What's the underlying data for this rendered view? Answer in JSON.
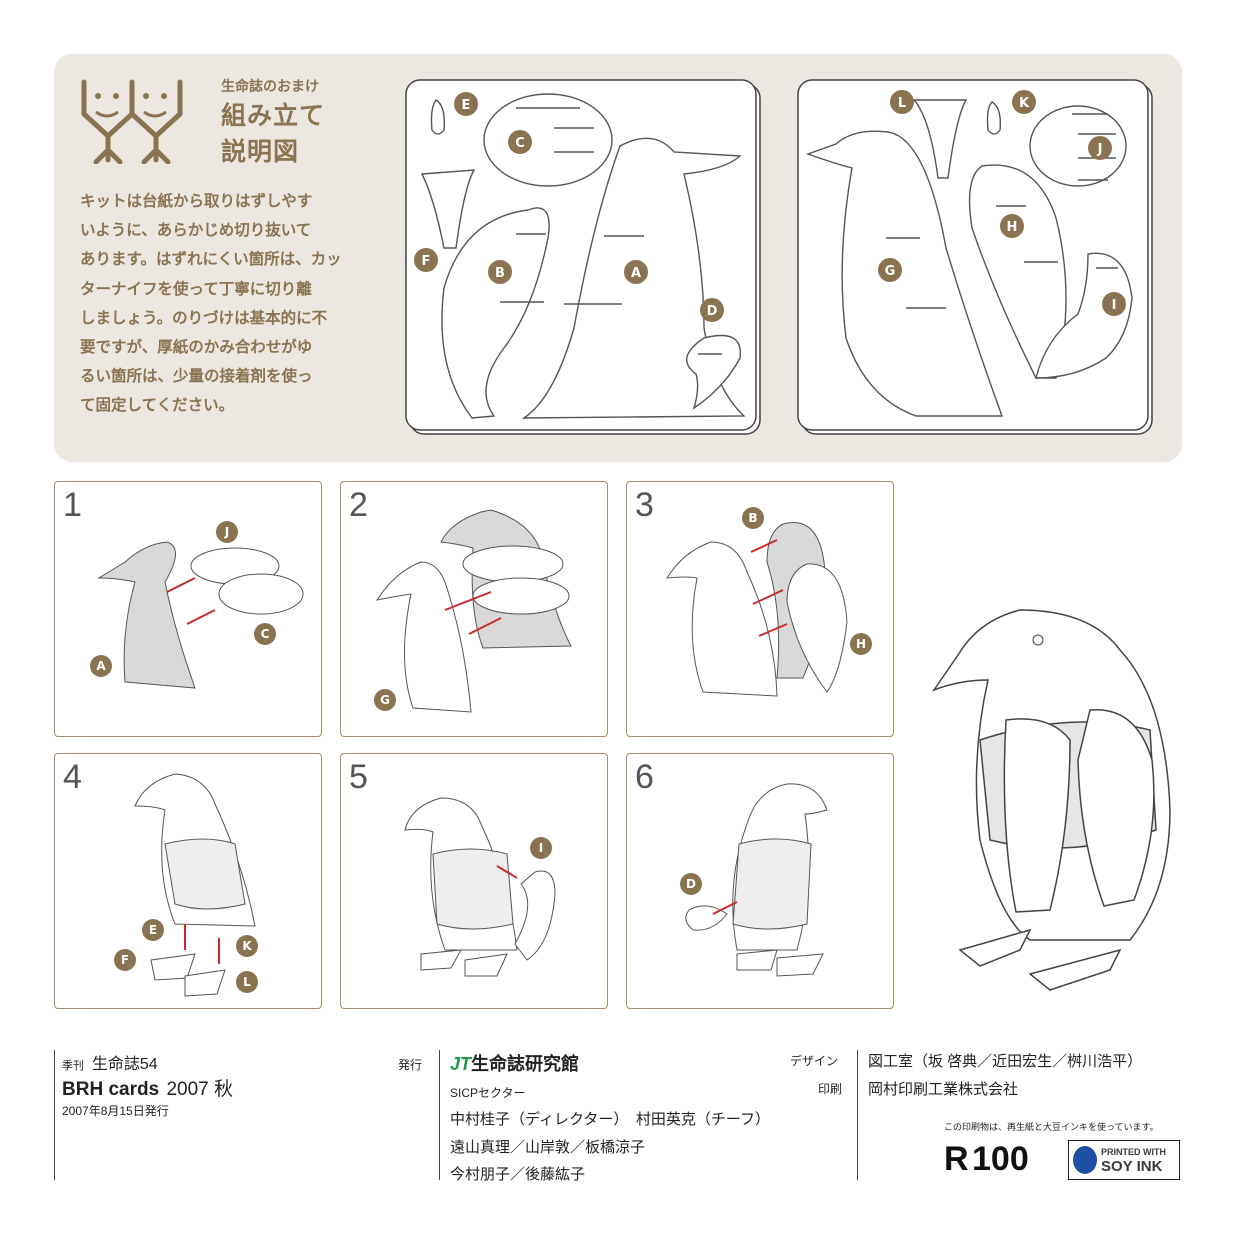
{
  "header": {
    "tagline": "生命誌のおまけ",
    "title_line1": "組み立て",
    "title_line2": "説明図"
  },
  "intro_lines": [
    "キットは台紙から取りはずしやす",
    "いように、あらかじめ切り抜いて",
    "あります。はずれにくい箇所は、カッ",
    "ターナイフを使って丁寧に切り離",
    "しましょう。のりづけは基本的に不",
    "要ですが、厚紙のかみ合わせがゆ",
    "るい箇所は、少量の接着剤を使っ",
    "て固定してください。"
  ],
  "sheet1_parts": [
    "A",
    "B",
    "C",
    "D",
    "E",
    "F"
  ],
  "sheet2_parts": [
    "G",
    "H",
    "I",
    "J",
    "K",
    "L"
  ],
  "steps": [
    {
      "num": "1",
      "labels": [
        "J",
        "C",
        "A"
      ]
    },
    {
      "num": "2",
      "labels": [
        "G"
      ]
    },
    {
      "num": "3",
      "labels": [
        "B",
        "H"
      ]
    },
    {
      "num": "4",
      "labels": [
        "E",
        "F",
        "K",
        "L"
      ]
    },
    {
      "num": "5",
      "labels": [
        "I"
      ]
    },
    {
      "num": "6",
      "labels": [
        "D"
      ]
    }
  ],
  "footer": {
    "quarterly": "季刊",
    "issue": "生命誌54",
    "cards_name": "BRH cards",
    "season": "2007 秋",
    "date": "2007年8月15日発行",
    "publisher_label": "発行",
    "publisher_logo": "JT",
    "publisher": "生命誌研究館",
    "sector": "SICPセクター",
    "staff1": "中村桂子（ディレクター）　村田英克（チーフ）",
    "staff2": "遠山真理／山岸敦／板橋涼子",
    "staff3": "今村朋子／後藤紘子",
    "design_label": "デザイン",
    "design": "図工室（坂 啓典／近田宏生／桝川浩平）",
    "print_label": "印刷",
    "print": "岡村印刷工業株式会社",
    "eco_note": "この印刷物は、再生紙と大豆インキを使っています。",
    "r100": "100",
    "soy1": "PRINTED WITH",
    "soy2": "SOY INK"
  },
  "colors": {
    "accent": "#8a7350",
    "card_border": "#a48f6c",
    "panel": "#ede7e1",
    "arrow": "#cc2a2a",
    "part_fill": "#d9d9d9"
  }
}
